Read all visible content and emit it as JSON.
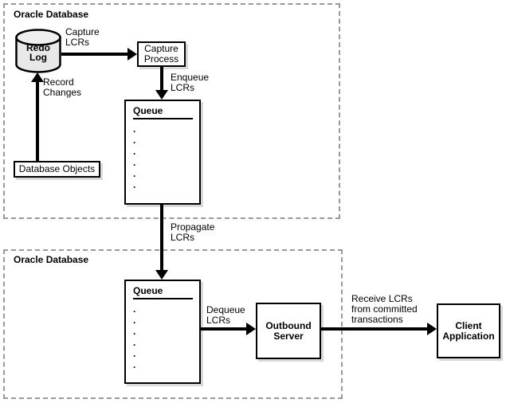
{
  "colors": {
    "background": "#ffffff",
    "line": "#000000",
    "dash_border": "#999999",
    "box_shadow": "#d9d9d9",
    "cylinder_fill": "#e8e8e8",
    "cylinder_top_fill": "#efefef"
  },
  "containers": {
    "top": {
      "title": "Oracle Database"
    },
    "bottom": {
      "title": "Oracle Database"
    }
  },
  "nodes": {
    "redo_log": {
      "label": "Redo\nLog"
    },
    "capture_process": {
      "label": "Capture\nProcess"
    },
    "database_objects": {
      "label": "Database Objects"
    },
    "queue_top": {
      "title": "Queue",
      "dots": [
        ".",
        ".",
        ".",
        ".",
        ".",
        "."
      ]
    },
    "queue_bottom": {
      "title": "Queue",
      "dots": [
        ".",
        ".",
        ".",
        ".",
        ".",
        "."
      ]
    },
    "outbound_server": {
      "label": "Outbound\nServer"
    },
    "client_application": {
      "label": "Client\nApplication"
    }
  },
  "edges": {
    "capture_lcrs": {
      "label": "Capture\nLCRs"
    },
    "record_changes": {
      "label": "Record\nChanges"
    },
    "enqueue_lcrs": {
      "label": "Enqueue\nLCRs"
    },
    "propagate_lcrs": {
      "label": "Propagate\nLCRs"
    },
    "dequeue_lcrs": {
      "label": "Dequeue\nLCRs"
    },
    "receive_lcrs": {
      "label": "Receive LCRs\nfrom committed\ntransactions"
    }
  }
}
